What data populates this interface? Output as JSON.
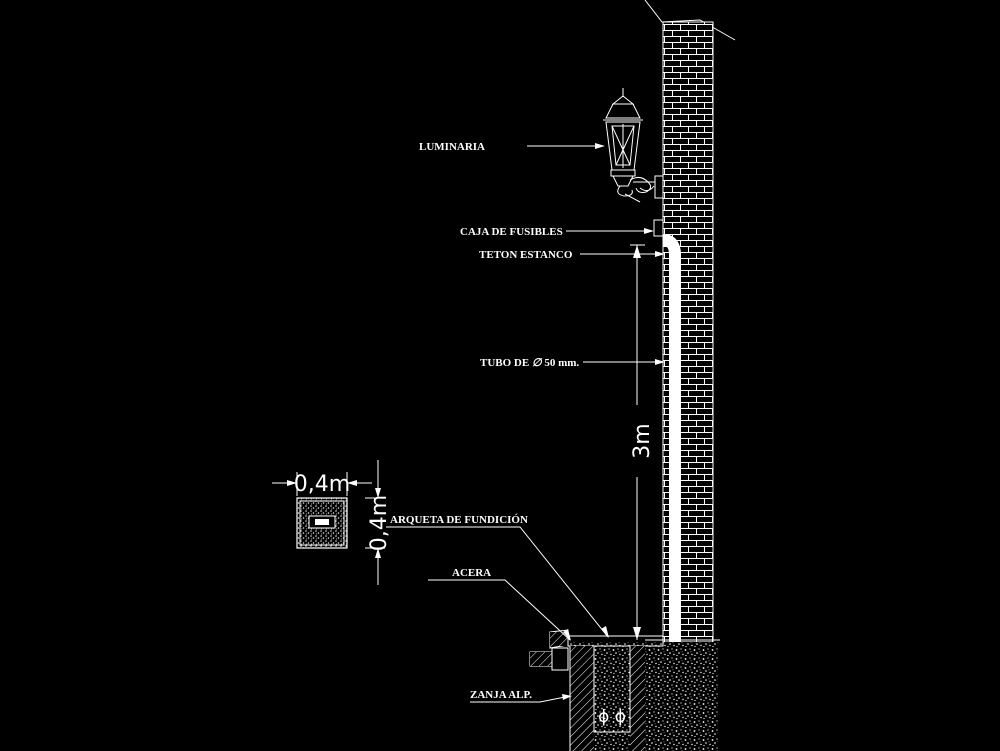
{
  "labels": {
    "luminaria": "LUMINARIA",
    "caja_fusibles": "CAJA DE FUSIBLES",
    "teton_estanco": "TETON ESTANCO",
    "tubo_prefix": "TUBO DE ",
    "tubo_symbol": "∅",
    "tubo_suffix": " 50 mm.",
    "arqueta": "ARQUETA DE FUNDICIÓN",
    "acera": "ACERA",
    "zanja": "ZANJA ALP."
  },
  "dimensions": {
    "height": "3m",
    "box_width": "0,4m",
    "box_height": "0,4m",
    "conduit_marks": "ϕ ϕ"
  },
  "colors": {
    "background": "#000000",
    "linework": "#ffffff"
  }
}
